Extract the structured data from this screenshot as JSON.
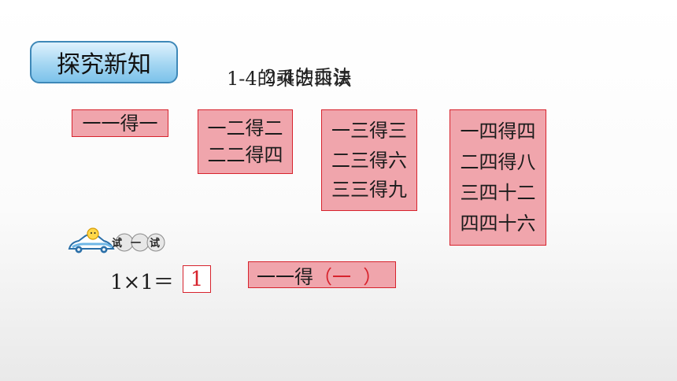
{
  "badge": {
    "label": "探究新知"
  },
  "heading": {
    "text": "1-4的乘法口诀",
    "overlap_text": "2-4的乘法"
  },
  "columns": [
    {
      "rows": [
        "一一得一"
      ]
    },
    {
      "rows": [
        "一二得二",
        "二二得四"
      ]
    },
    {
      "rows": [
        "一三得三",
        "二三得六",
        "三三得九"
      ]
    },
    {
      "rows": [
        "一四得四",
        "二四得八",
        "三四十二",
        "四四十六"
      ]
    }
  ],
  "try_icon": {
    "name": "car-try-icon",
    "label": "试一试"
  },
  "exercise": {
    "equation": "1×1＝",
    "answer": "1",
    "rhyme_prefix": "一一得",
    "rhyme_open": "（",
    "rhyme_answer": "一",
    "rhyme_close": "  ）"
  },
  "colors": {
    "box_fill": "#f0a5ac",
    "box_border": "#d7232d",
    "badge_fill": "#a4d6f2",
    "accent_red": "#d7232d"
  }
}
